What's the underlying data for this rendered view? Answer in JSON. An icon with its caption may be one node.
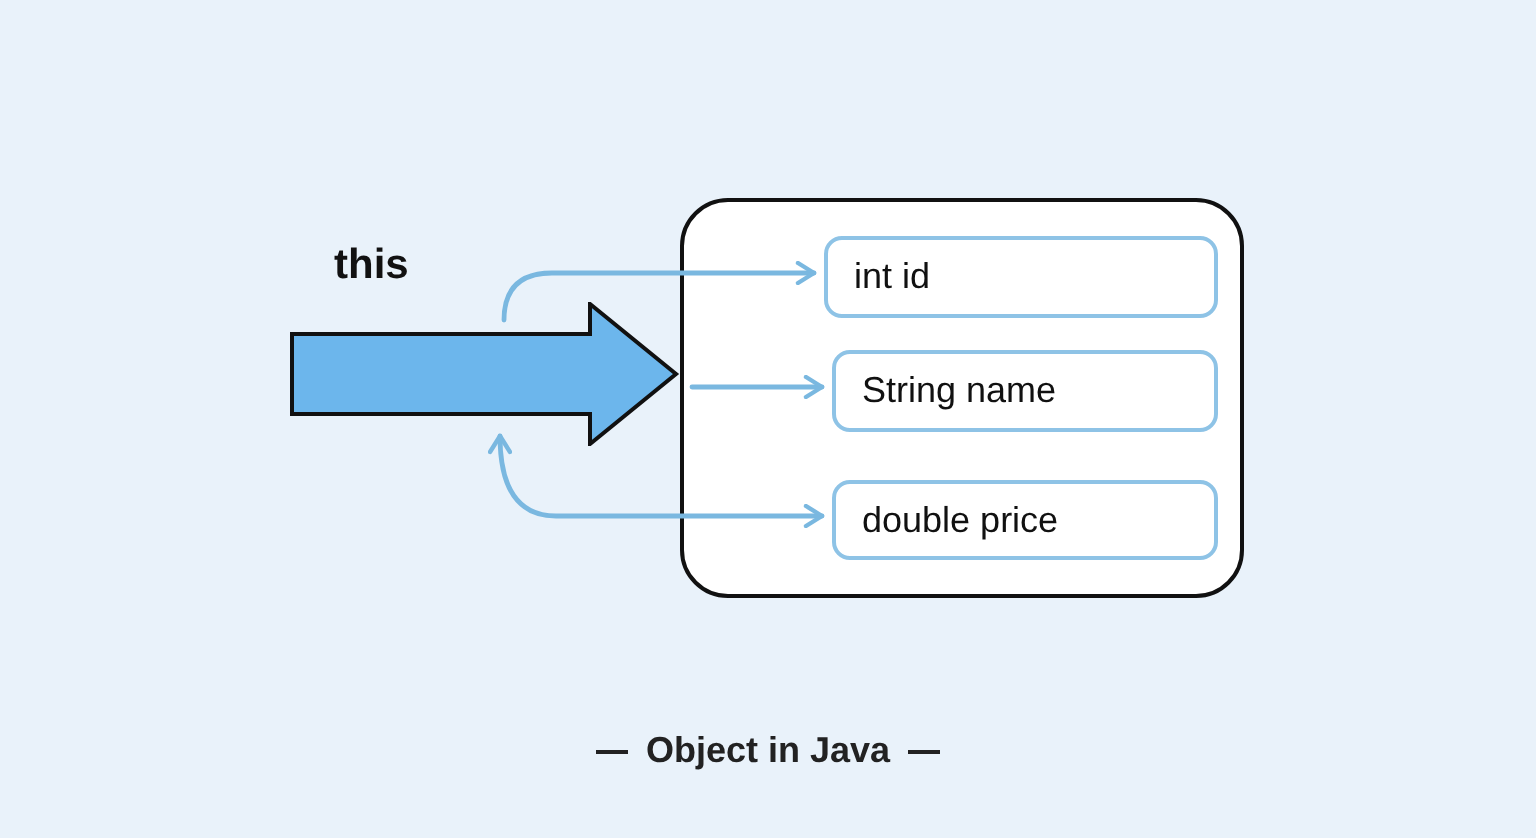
{
  "diagram": {
    "caption": "Object in Java",
    "nodes": [
      {
        "text": [],
        "shape": "arrow",
        "beside": [
          "this"
        ]
      },
      {
        "text": [],
        "shape": "box"
      },
      {
        "text": [
          "int id"
        ],
        "in": 1
      },
      {
        "text": [
          "String name"
        ],
        "in": 1
      },
      {
        "text": [
          "double price"
        ],
        "in": 1
      }
    ],
    "edges": [
      {
        "from": 0,
        "to": 2,
        "arrow": "to"
      },
      {
        "from": 0,
        "to": 3,
        "arrow": "to"
      },
      {
        "from": 0,
        "to": 4,
        "arrow": "both"
      }
    ]
  }
}
